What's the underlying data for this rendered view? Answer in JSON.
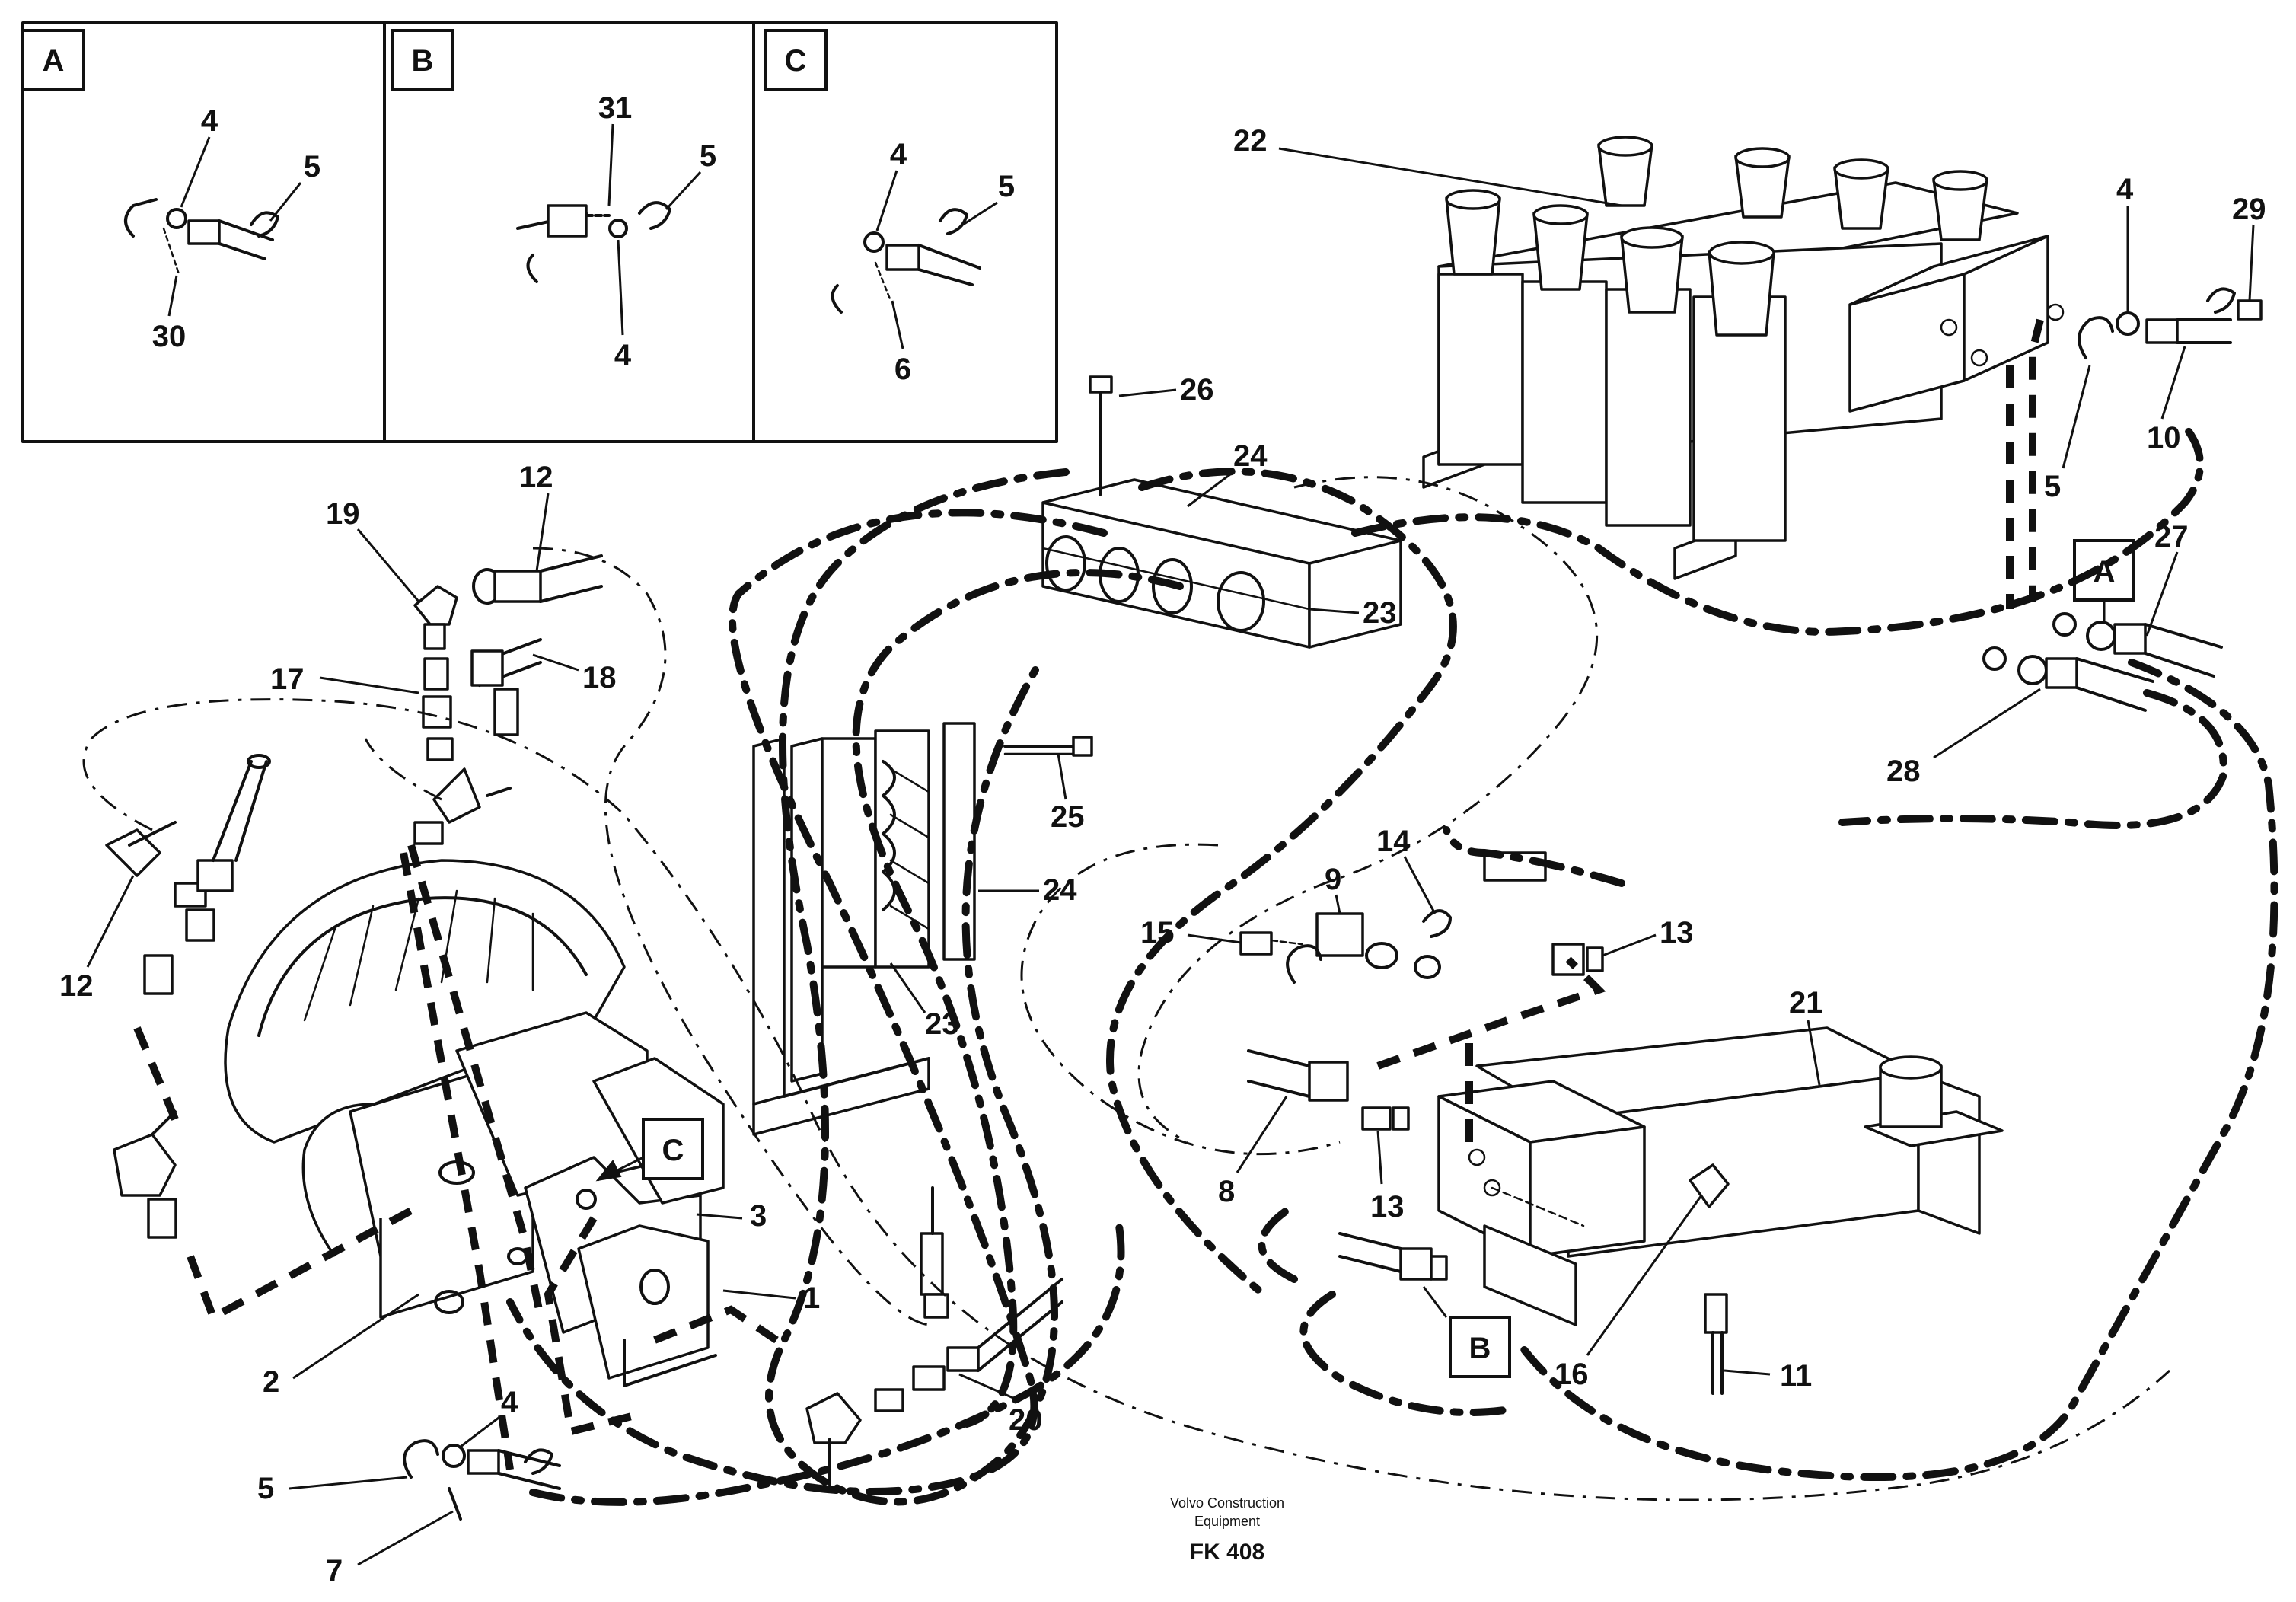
{
  "detail_boxes": [
    {
      "label": "A",
      "callouts": [
        "4",
        "5",
        "30"
      ]
    },
    {
      "label": "B",
      "callouts": [
        "31",
        "5",
        "4"
      ]
    },
    {
      "label": "C",
      "callouts": [
        "4",
        "5",
        "6"
      ]
    }
  ],
  "callouts": {
    "c1": "1",
    "c2": "2",
    "c3": "3",
    "c4a": "4",
    "c4b": "4",
    "c5a": "5",
    "c5b": "5",
    "c7": "7",
    "c8": "8",
    "c9": "9",
    "c10": "10",
    "c11": "11",
    "c12a": "12",
    "c12b": "12",
    "c13a": "13",
    "c13b": "13",
    "c14": "14",
    "c15": "15",
    "c16": "16",
    "c17": "17",
    "c18": "18",
    "c19": "19",
    "c20": "20",
    "c21": "21",
    "c22": "22",
    "c23a": "23",
    "c23b": "23",
    "c24a": "24",
    "c24b": "24",
    "c25": "25",
    "c26": "26",
    "c27": "27",
    "c28": "28",
    "c29": "29"
  },
  "connection_markers": {
    "a": "A",
    "b": "B",
    "c": "C"
  },
  "footer": {
    "company_line1": "Volvo Construction",
    "company_line2": "Equipment",
    "code": "FK 408"
  }
}
